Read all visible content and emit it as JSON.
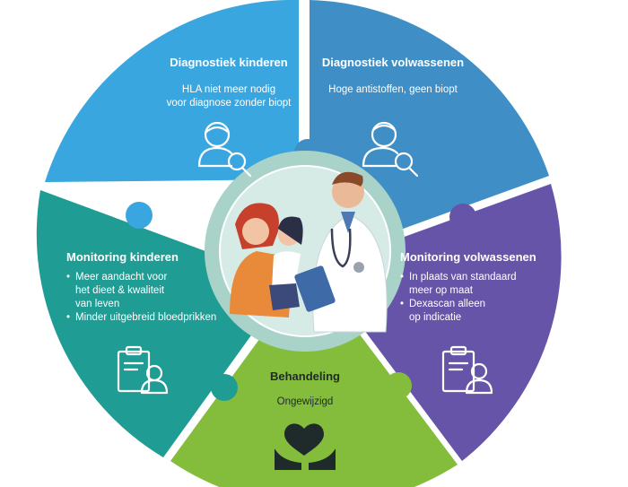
{
  "colors": {
    "diagnostiek_kinderen": "#3aa6df",
    "diagnostiek_volwassenen": "#3f8fc6",
    "monitoring_volwassenen": "#6654a8",
    "behandeling": "#84bd3c",
    "monitoring_kinderen": "#1f9c93",
    "center_ring": "#a9d3c9"
  },
  "segments": {
    "diagnostiek_kinderen": {
      "title": "Diagnostiek kinderen",
      "lines": [
        "HLA niet meer nodig",
        "voor diagnose zonder biopt"
      ],
      "icon": "child-magnifier-icon"
    },
    "diagnostiek_volwassenen": {
      "title": "Diagnostiek volwassenen",
      "lines": [
        "Hoge antistoffen, geen biopt"
      ],
      "icon": "adult-magnifier-icon"
    },
    "monitoring_volwassenen": {
      "title": "Monitoring volwassenen",
      "bullets": [
        "In plaats van standaard\nmeer op maat",
        "Dexascan alleen\nop indicatie"
      ],
      "icon": "clipboard-adult-icon"
    },
    "behandeling": {
      "title": "Behandeling",
      "lines": [
        "Ongewijzigd"
      ],
      "icon": "hands-heart-icon"
    },
    "monitoring_kinderen": {
      "title": "Monitoring kinderen",
      "bullets": [
        "Meer aandacht voor\nhet dieet & kwaliteit\nvan leven",
        "Minder uitgebreid bloedprikken"
      ],
      "icon": "clipboard-child-icon"
    }
  },
  "center_image": "mother-child-doctor-illustration"
}
